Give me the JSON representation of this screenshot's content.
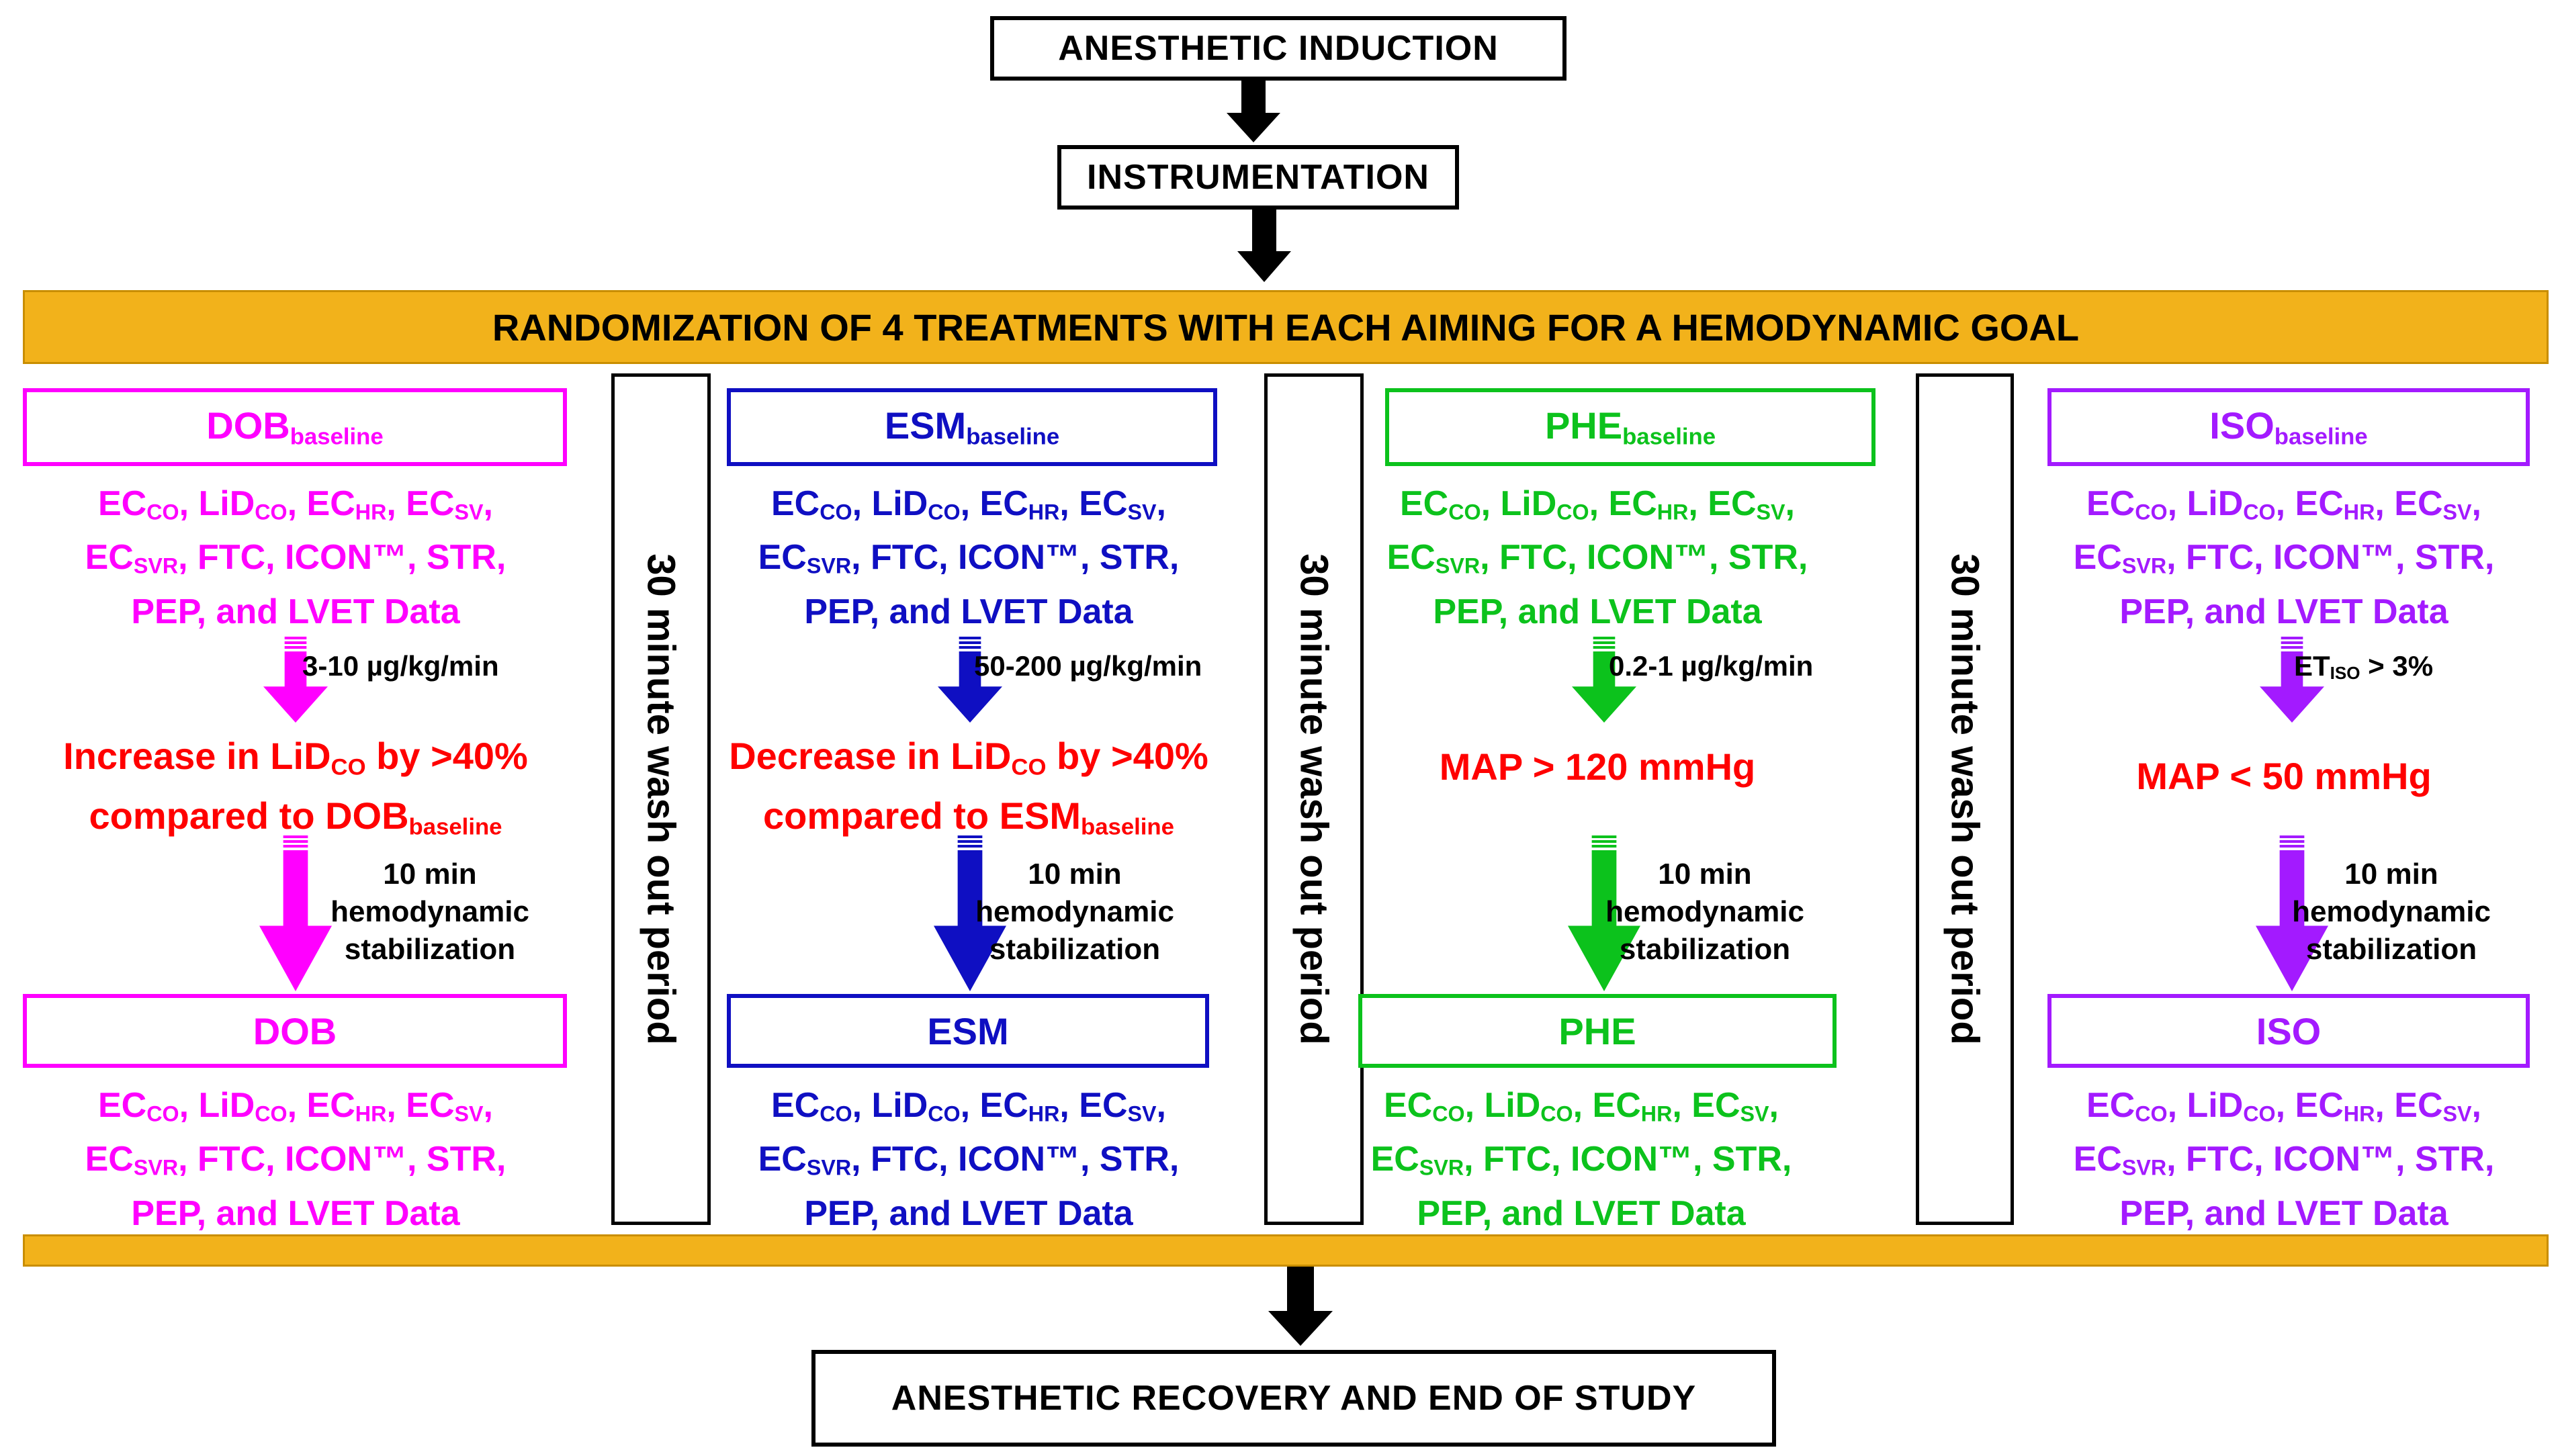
{
  "steps": {
    "induction": "ANESTHETIC INDUCTION",
    "instrumentation": "INSTRUMENTATION",
    "randomization": "RANDOMIZATION OF 4 TREATMENTS WITH EACH AIMING FOR A HEMODYNAMIC GOAL",
    "recovery": "ANESTHETIC RECOVERY AND END OF STUDY"
  },
  "washout_label": "30 minute wash out period",
  "stabilization": {
    "line1": "10 min",
    "line2": "hemodynamic",
    "line3": "stabilization"
  },
  "data_text": {
    "ec": "EC",
    "co": "CO",
    "lid": "LiD",
    "hr": "HR",
    "sv": "SV",
    "svr": "SVR",
    "sep": ", ",
    "line2_tail": ", FTC, ICON™, STR,",
    "line3": "PEP, and LVET Data"
  },
  "baseline_sub": "baseline",
  "colors": {
    "DOB": "#ff00ff",
    "ESM": "#0f0fc2",
    "PHE": "#0cc21c",
    "ISO": "#a31aff",
    "band": "#f2b21b",
    "goal": "#ff0000"
  },
  "treatments": [
    {
      "name": "DOB",
      "dose": "3-10 µg/kg/min",
      "goal": {
        "line1": "Increase in LiD",
        "line1_sub": "CO",
        "line1_tail": " by >40%",
        "line2": "compared to DOB",
        "line2_sub": "baseline"
      }
    },
    {
      "name": "ESM",
      "dose": "50-200 µg/kg/min",
      "goal": {
        "line1": "Decrease in LiD",
        "line1_sub": "CO",
        "line1_tail": " by >40%",
        "line2": "compared to ESM",
        "line2_sub": "baseline"
      }
    },
    {
      "name": "PHE",
      "dose": "0.2-1 µg/kg/min",
      "goal": {
        "line1": "MAP > 120 mmHg"
      }
    },
    {
      "name": "ISO",
      "dose_prefix": "ET",
      "dose_sub": "ISO",
      "dose_tail": " > 3%",
      "goal": {
        "line1": "MAP < 50 mmHg"
      }
    }
  ]
}
